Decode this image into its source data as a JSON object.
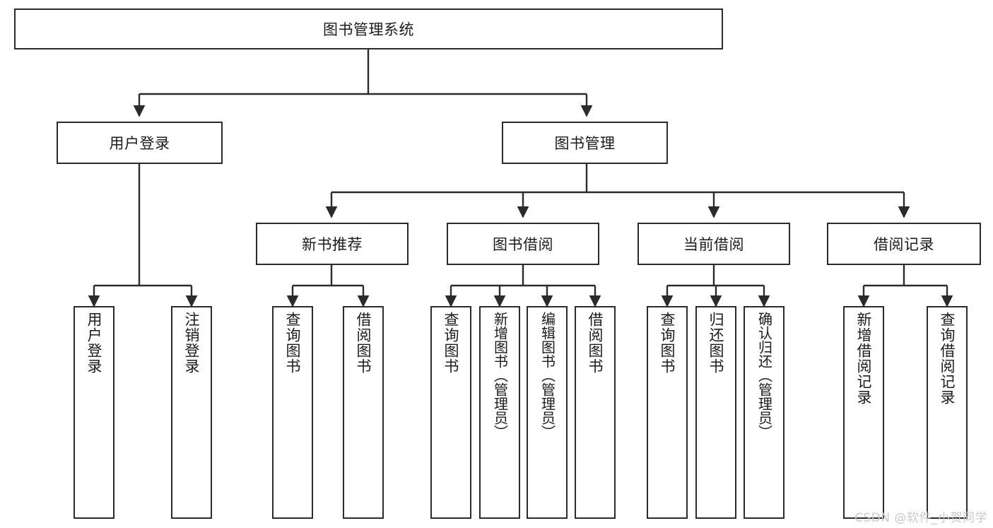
{
  "diagram": {
    "type": "tree-hierarchy",
    "title": "图书管理系统",
    "watermark": "CSDN @软件_小贺同学",
    "colors": {
      "box_border": "#2b2b2b",
      "box_fill": "#ffffff",
      "connector": "#2b2b2b",
      "text": "#1b1b1b",
      "watermark": "#c9c9c9"
    },
    "levels": {
      "root": {
        "label": "图书管理系统"
      },
      "level2": [
        {
          "label": "用户登录"
        },
        {
          "label": "图书管理"
        }
      ],
      "level3": [
        {
          "label": "新书推荐"
        },
        {
          "label": "图书借阅"
        },
        {
          "label": "当前借阅"
        },
        {
          "label": "借阅记录"
        }
      ],
      "leaves": {
        "user_login": [
          {
            "label": "用户登录"
          },
          {
            "label": "注销登录"
          }
        ],
        "new_book_recommend": [
          {
            "label": "查询图书"
          },
          {
            "label": "借阅图书"
          }
        ],
        "book_borrow": [
          {
            "label": "查询图书"
          },
          {
            "label": "新增图书（管理员）"
          },
          {
            "label": "编辑图书（管理员）"
          },
          {
            "label": "借阅图书"
          }
        ],
        "current_borrow": [
          {
            "label": "查询图书"
          },
          {
            "label": "归还图书"
          },
          {
            "label": "确认归还（管理员）"
          }
        ],
        "borrow_record": [
          {
            "label": "新增借阅记录"
          },
          {
            "label": "查询借阅记录"
          }
        ]
      }
    }
  }
}
